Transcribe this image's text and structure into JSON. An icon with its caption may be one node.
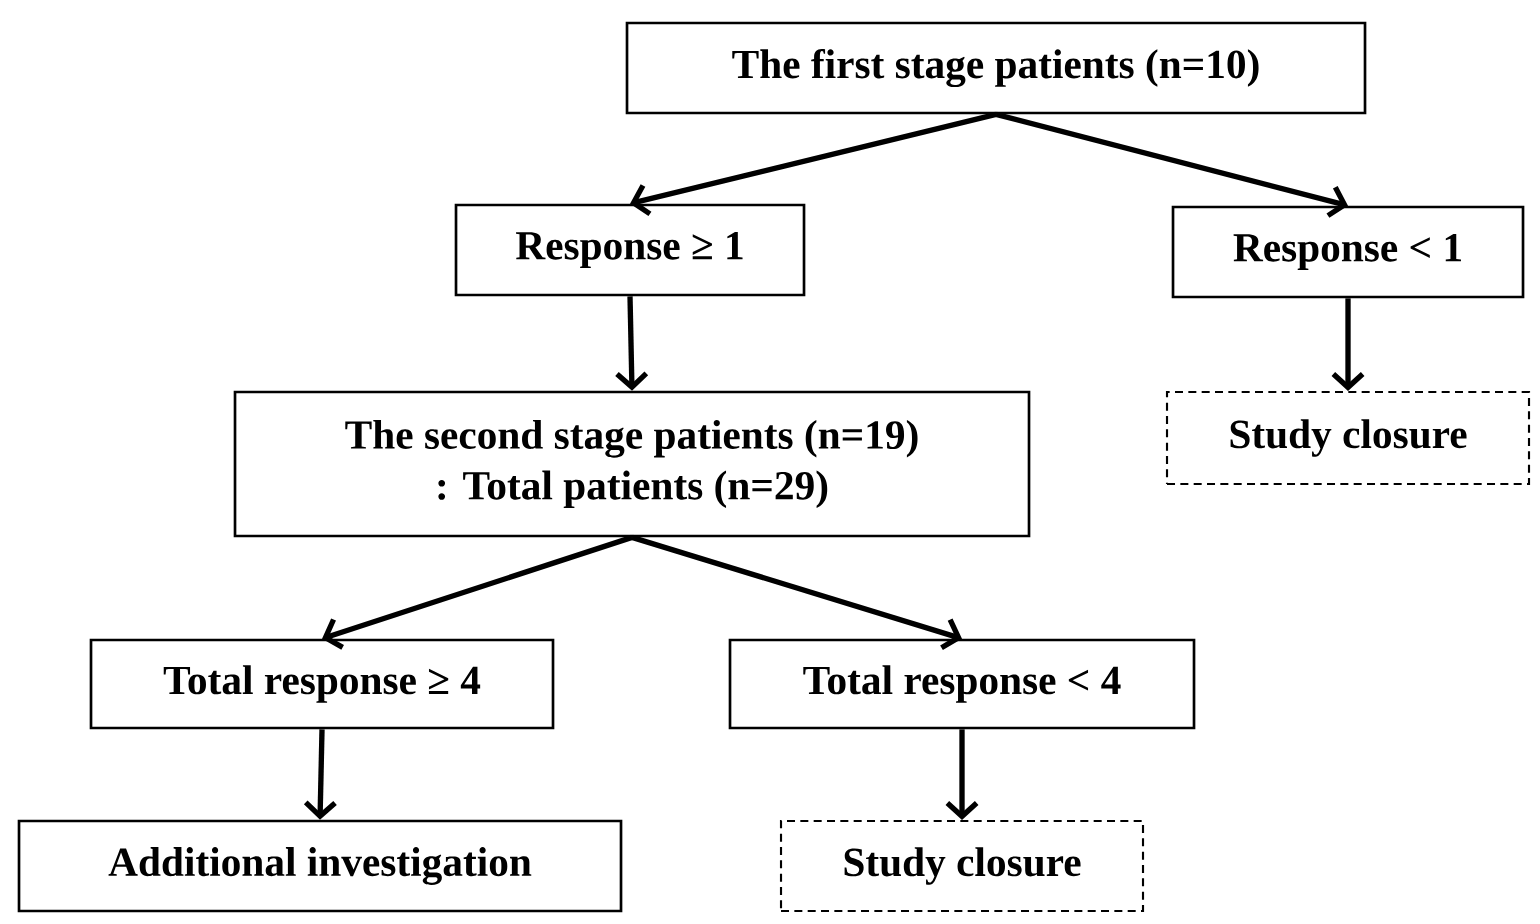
{
  "diagram": {
    "nodes": [
      {
        "text": [
          "The first stage patients (n=10)"
        ]
      },
      {
        "text": [
          "Response ≥ 1"
        ]
      },
      {
        "text": [
          "Response < 1"
        ]
      },
      {
        "text": [
          "Study closure"
        ]
      },
      {
        "text": [
          "The second stage patients (n=19)",
          ": Total patients (n=29)"
        ]
      },
      {
        "text": [
          "Total response ≥ 4"
        ]
      },
      {
        "text": [
          "Total response < 4"
        ]
      },
      {
        "text": [
          "Additional investigation"
        ]
      },
      {
        "text": [
          "Study closure"
        ]
      }
    ],
    "edges": [
      {
        "from": 0,
        "to": 1,
        "arrow": "to"
      },
      {
        "from": 0,
        "to": 2,
        "arrow": "to"
      },
      {
        "from": 1,
        "to": 4,
        "arrow": "to"
      },
      {
        "from": 2,
        "to": 3,
        "arrow": "to"
      },
      {
        "from": 4,
        "to": 5,
        "arrow": "to"
      },
      {
        "from": 4,
        "to": 6,
        "arrow": "to"
      },
      {
        "from": 5,
        "to": 7,
        "arrow": "to"
      },
      {
        "from": 6,
        "to": 8,
        "arrow": "to"
      }
    ]
  }
}
